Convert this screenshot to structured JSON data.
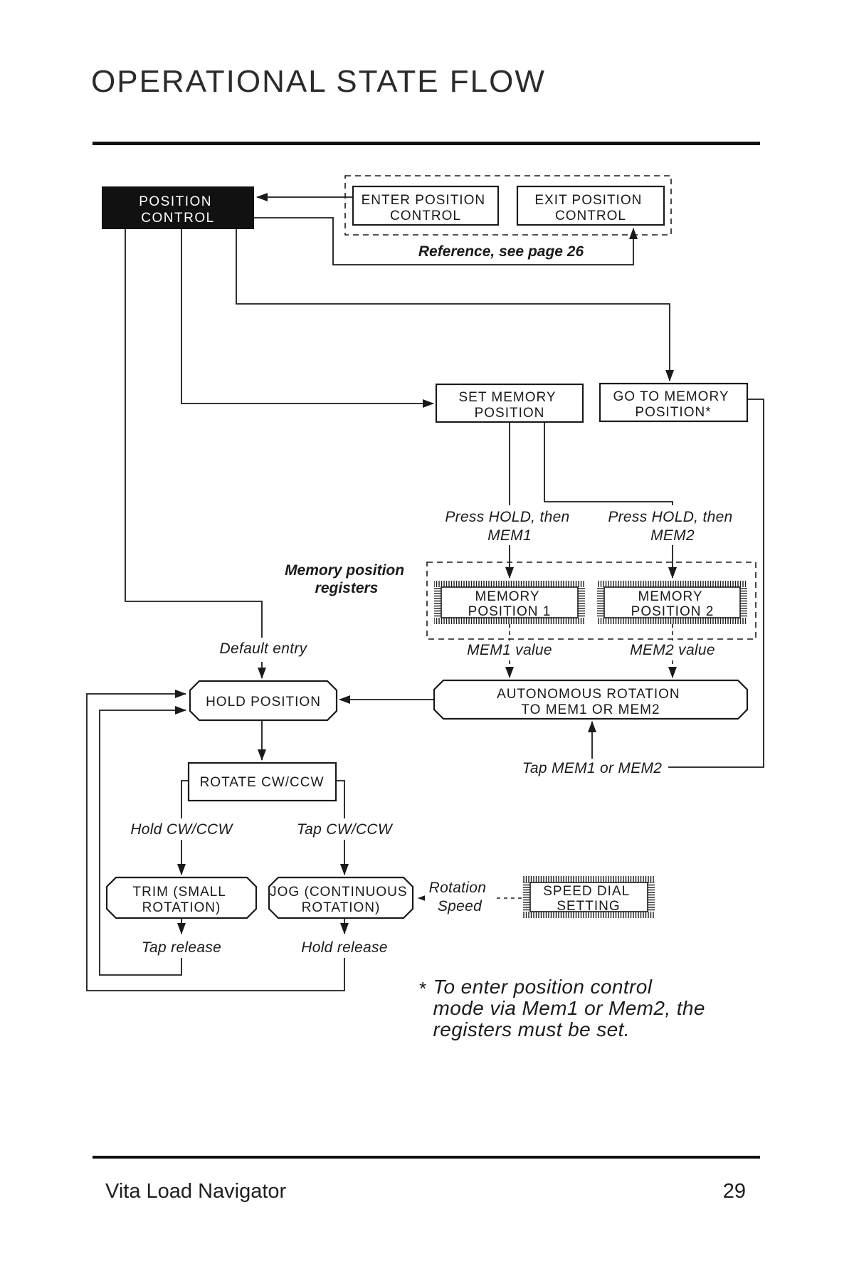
{
  "page": {
    "title": "OPERATIONAL STATE FLOW",
    "footer": {
      "book_title": "Vita Load Navigator",
      "page_number": "29"
    },
    "footnote": {
      "marker": "*",
      "lines": [
        "To enter position control",
        "mode via Mem1 or Mem2, the",
        "registers must be set."
      ]
    }
  },
  "flowchart": {
    "colors": {
      "ink": "#1a1a1a",
      "paper": "#ffffff"
    },
    "nodes": {
      "position_control": {
        "lines": [
          "POSITION",
          "CONTROL"
        ]
      },
      "enter_position_control": {
        "lines": [
          "ENTER POSITION",
          "CONTROL"
        ]
      },
      "exit_position_control": {
        "lines": [
          "EXIT POSITION",
          "CONTROL"
        ]
      },
      "set_memory_position": {
        "lines": [
          "SET MEMORY",
          "POSITION"
        ]
      },
      "go_to_memory_position": {
        "lines": [
          "GO TO MEMORY",
          "POSITION*"
        ]
      },
      "memory_position_1": {
        "lines": [
          "MEMORY",
          "POSITION 1"
        ]
      },
      "memory_position_2": {
        "lines": [
          "MEMORY",
          "POSITION 2"
        ]
      },
      "autonomous_rotation": {
        "lines": [
          "AUTONOMOUS ROTATION",
          "TO MEM1 OR MEM2"
        ]
      },
      "hold_position": {
        "lines": [
          "HOLD POSITION"
        ]
      },
      "rotate_cw_ccw": {
        "lines": [
          "ROTATE CW/CCW"
        ]
      },
      "trim": {
        "lines": [
          "TRIM (SMALL",
          "ROTATION)"
        ]
      },
      "jog": {
        "lines": [
          "JOG (CONTINUOUS",
          "ROTATION)"
        ]
      },
      "speed_dial_setting": {
        "lines": [
          "SPEED DIAL",
          "SETTING"
        ]
      }
    },
    "labels": {
      "reference_note": "Reference, see page 26",
      "memory_registers": {
        "lines": [
          "Memory position",
          "registers"
        ]
      },
      "press_hold_mem1": {
        "lines": [
          "Press HOLD, then",
          "MEM1"
        ]
      },
      "press_hold_mem2": {
        "lines": [
          "Press HOLD, then",
          "MEM2"
        ]
      },
      "mem1_value": "MEM1 value",
      "mem2_value": "MEM2 value",
      "default_entry": "Default entry",
      "tap_mem1_or_mem2": "Tap MEM1 or MEM2",
      "hold_cw_ccw": "Hold CW/CCW",
      "tap_cw_ccw": "Tap CW/CCW",
      "tap_release": "Tap release",
      "hold_release": "Hold release",
      "rotation_speed": {
        "lines": [
          "Rotation",
          "Speed"
        ]
      }
    }
  }
}
